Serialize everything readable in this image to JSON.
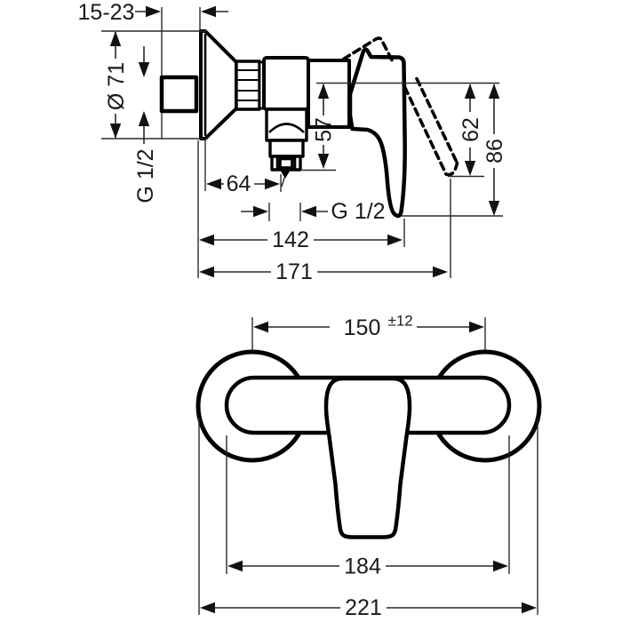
{
  "colors": {
    "background": "#ffffff",
    "product_lines": "#000000",
    "dimension_lines": "#2a2a2a",
    "text": "#1a1a1a"
  },
  "side_view": {
    "wall_offset_range": "15-23",
    "escutcheon_diameter": "Ø 71",
    "supply_thread": "G 1/2",
    "outlet_drop": "57",
    "escutcheon_to_outlet": "64",
    "outlet_thread": "G 1/2",
    "handle_open_drop": "62",
    "handle_drop": "86",
    "depth_to_handle": "142",
    "overall_depth": "171"
  },
  "front_view": {
    "supply_center_distance": "150",
    "supply_center_tolerance": "±12",
    "body_width": "184",
    "overall_width": "221"
  }
}
